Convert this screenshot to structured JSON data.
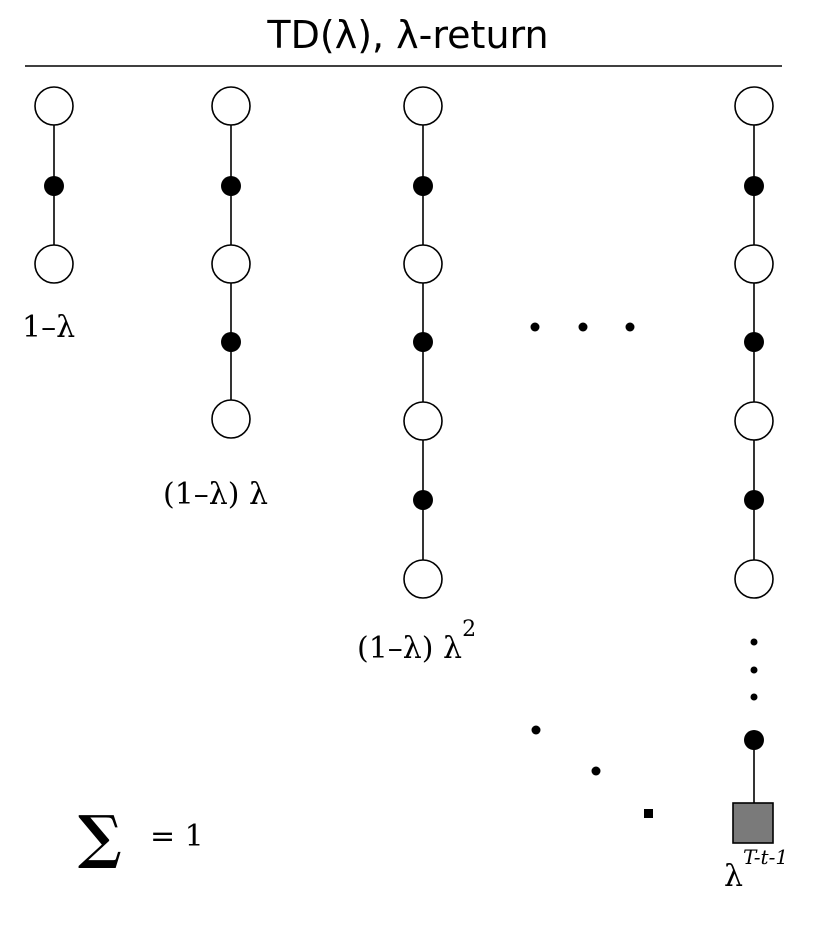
{
  "title": "TD(λ), λ-return",
  "weights": {
    "w1": "1–λ",
    "w2": "(1–λ) λ",
    "w3_base": "(1–λ) λ",
    "w3_exp": "2",
    "w4_base": "λ",
    "w4_exp": "T-t-1"
  },
  "sum": {
    "symbol": "∑",
    "equals": "= 1"
  },
  "colors": {
    "terminal_fill": "#7a7a7a",
    "ink": "#000000"
  }
}
